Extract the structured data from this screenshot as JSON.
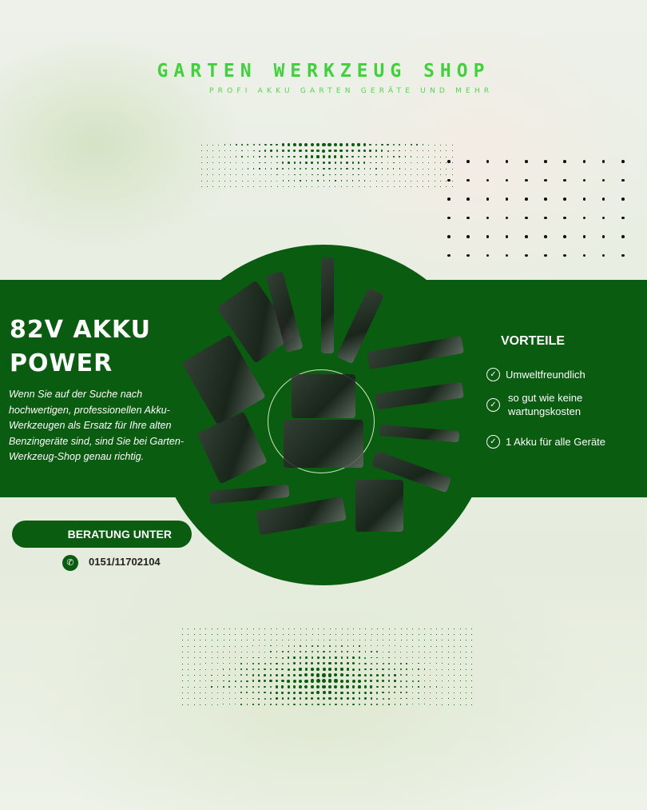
{
  "header": {
    "title": "GARTEN WERKZEUG SHOP",
    "subtitle": "PROFI AKKU GARTEN GERÄTE UND MEHR"
  },
  "hero": {
    "headline_line1": "82V AKKU",
    "headline_line2": "POWER",
    "description": "Wenn Sie auf der Suche nach hochwertigen, professionellen Akku-Werkzeugen als Ersatz für Ihre alten Benzingeräte sind, sind Sie bei Garten-Werkzeug-Shop genau richtig."
  },
  "benefits": {
    "title": "VORTEILE",
    "items": [
      {
        "label": "Umweltfreundlich"
      },
      {
        "label": "so gut wie keine wartungskosten"
      },
      {
        "label": "1 Akku für alle Geräte"
      }
    ]
  },
  "contact": {
    "button_label": "BERATUNG UNTER",
    "phone": "0151/11702104",
    "icon": "phone-icon"
  },
  "colors": {
    "brand_green": "#0a5c10",
    "title_green": "#3fd23a"
  }
}
